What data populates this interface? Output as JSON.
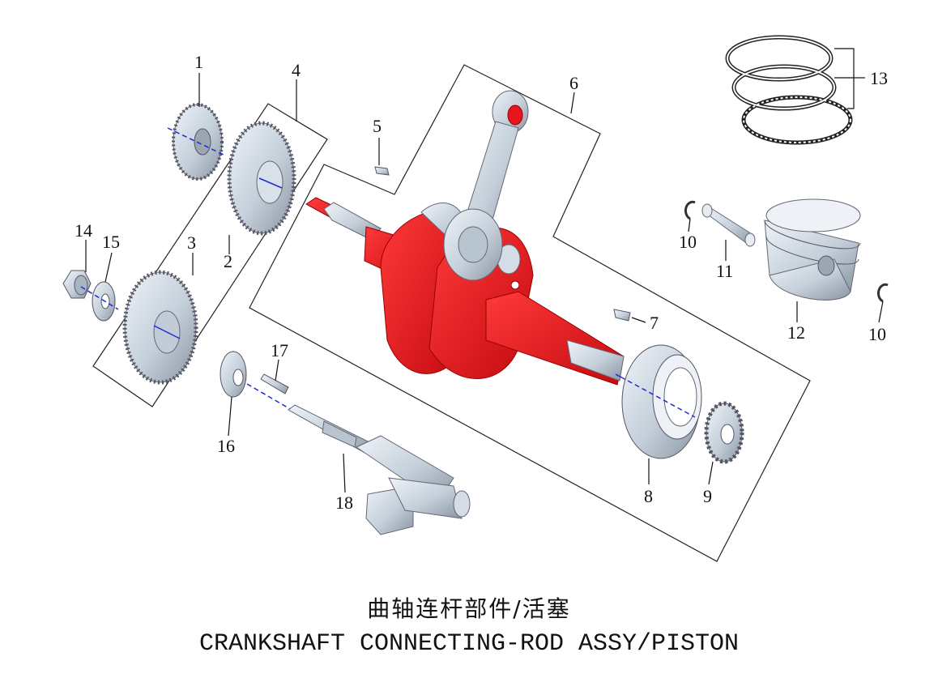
{
  "title_zh": "曲轴连杆部件/活塞",
  "title_en": "CRANKSHAFT CONNECTING-ROD ASSY/PISTON",
  "callouts": [
    "1",
    "2",
    "3",
    "4",
    "5",
    "6",
    "7",
    "8",
    "9",
    "10",
    "11",
    "12",
    "13",
    "14",
    "15",
    "16",
    "17",
    "18",
    "10"
  ],
  "colors": {
    "crank_red": "#e8141b",
    "metal": "#c9d3dd",
    "metal_dark": "#7d8a96",
    "axis": "#1d2bd6"
  }
}
